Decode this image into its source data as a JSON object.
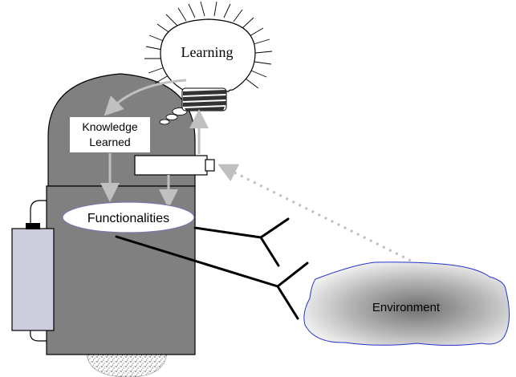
{
  "labels": {
    "learning": "Learning",
    "knowledge_line1": "Knowledge",
    "knowledge_line2": "Learned",
    "functionalities": "Functionalities",
    "environment": "Environment"
  },
  "colors": {
    "robot_head": "#808080",
    "robot_body": "#808080",
    "battery": "#ccccdd",
    "arrow": "#c0c0c0",
    "environment_outline": "#2233cc",
    "ellipse_outline": "#7777aa"
  }
}
